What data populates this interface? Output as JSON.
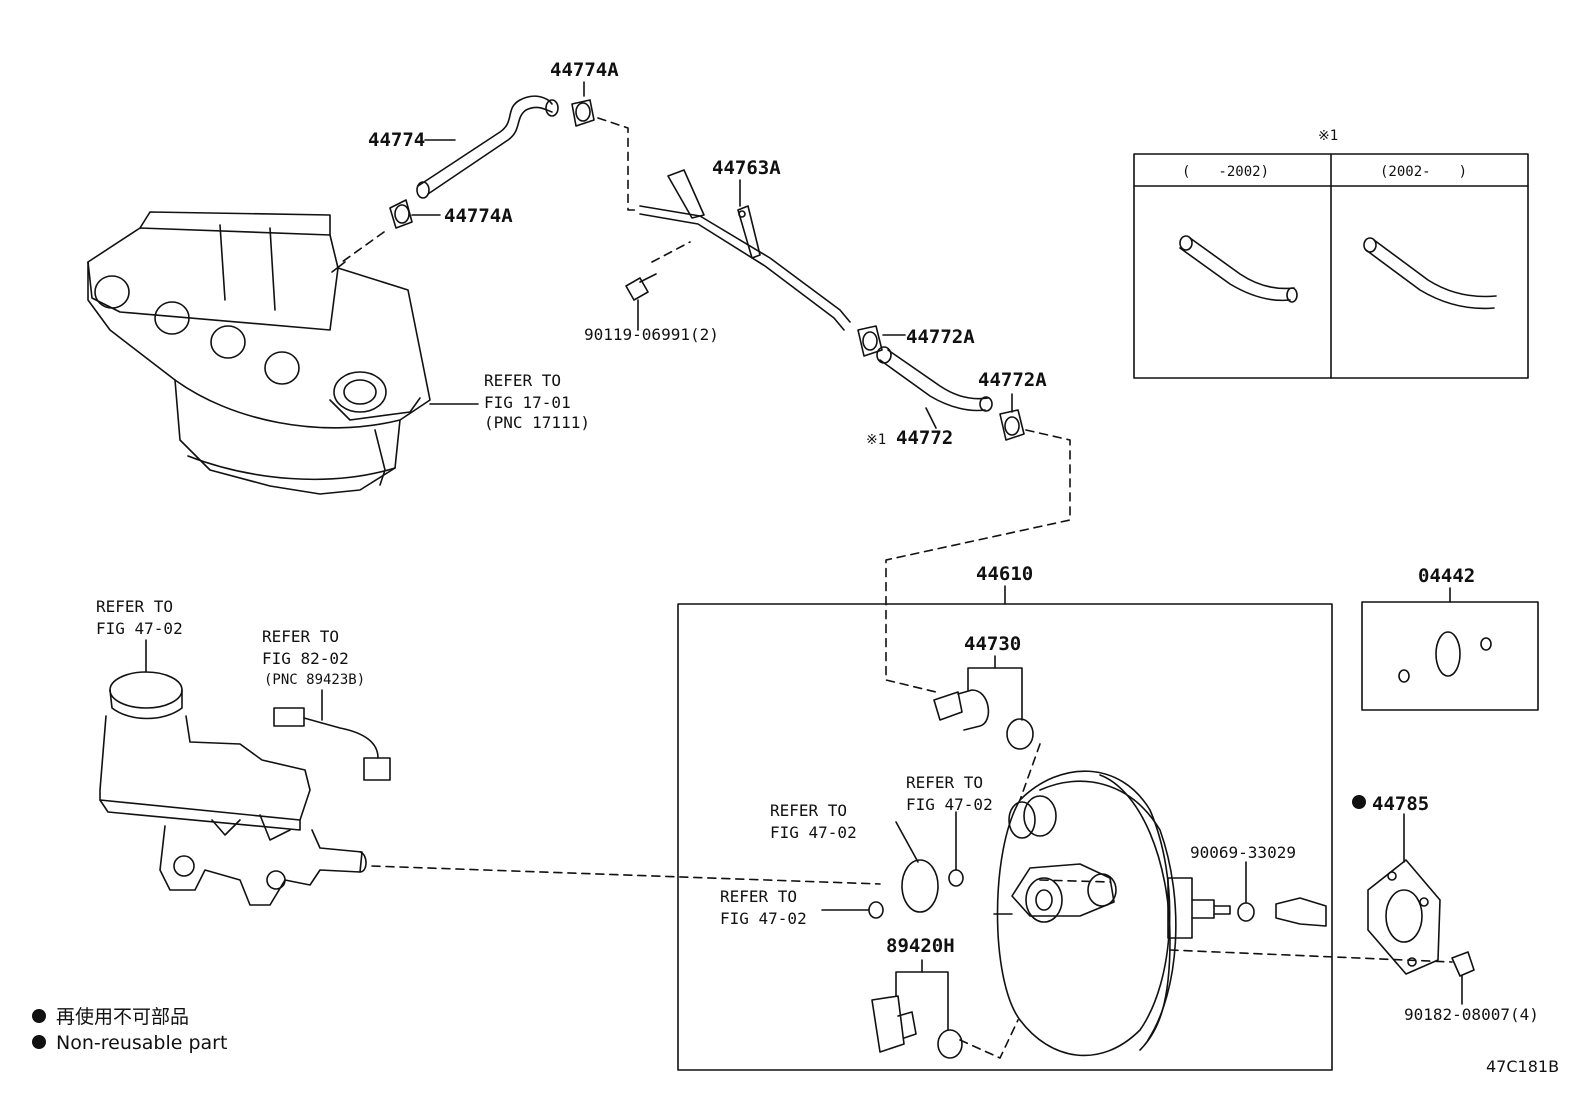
{
  "parts": {
    "p44774A_top": "44774A",
    "p44774": "44774",
    "p44774A_low": "44774A",
    "p44763A": "44763A",
    "p90119": "90119-06991(2)",
    "p44772A_a": "44772A",
    "p44772A_b": "44772A",
    "p44772_mark": "※1",
    "p44772": "44772",
    "p44610": "44610",
    "p44730": "44730",
    "p04442": "04442",
    "p44785": "44785",
    "p90069": "90069-33029",
    "p89420H": "89420H",
    "p90182": "90182-08007(4)"
  },
  "refs": {
    "manifold": [
      "REFER TO",
      "FIG 17-01",
      "(PNC 17111)"
    ],
    "reservoir": [
      "REFER TO",
      "FIG 47-02"
    ],
    "sensor": [
      "REFER TO",
      "FIG 82-02",
      "(PNC 89423B)"
    ],
    "oring": [
      "REFER TO",
      "FIG 47-02"
    ],
    "seal": [
      "REFER TO",
      "FIG 47-02"
    ],
    "pin": [
      "REFER TO",
      "FIG 47-02"
    ]
  },
  "inset": {
    "mark": "※1",
    "col1": "(　　-2002)",
    "col2": "(2002-　　)"
  },
  "legend": {
    "jp": "再使用不可部品",
    "en": "Non-reusable part"
  },
  "figure_code": "47C181B"
}
